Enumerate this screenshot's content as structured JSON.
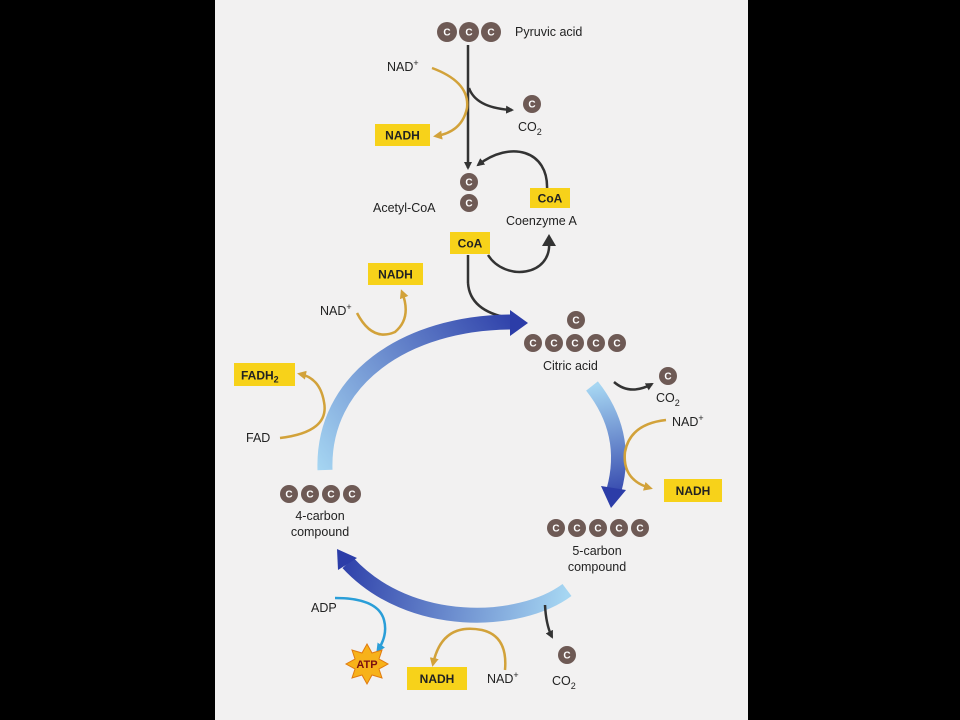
{
  "colors": {
    "background": "#000000",
    "panel": "#f2f1f1",
    "carbon": "#6e5a55",
    "box": "#f7d21a",
    "gold_arrow": "#d2a23a",
    "dark_arrow": "#333333",
    "cycle_light": "#a6d6f2",
    "cycle_dark": "#2c3da8",
    "atp_star": "#f7b21a",
    "adp_arrow": "#2a9ed8"
  },
  "carbon_symbol": "C",
  "labels": {
    "pyruvic_acid": "Pyruvic acid",
    "nad_top": "NAD",
    "nadh_top": "NADH",
    "co2_top": "CO",
    "acetyl_coa": "Acetyl-CoA",
    "coa_right": "CoA",
    "coenzyme_a": "Coenzyme A",
    "coa_bottom": "CoA",
    "citric_acid": "Citric acid",
    "co2_right": "CO",
    "nad_right": "NAD",
    "nadh_right": "NADH",
    "five_carbon_line1": "5-carbon",
    "five_carbon_line2": "compound",
    "co2_bottom": "CO",
    "nad_bottom": "NAD",
    "nadh_bottom": "NADH",
    "adp": "ADP",
    "atp": "ATP",
    "four_carbon_line1": "4-carbon",
    "four_carbon_line2": "compound",
    "fad": "FAD",
    "fadh2": "FADH",
    "nad_left": "NAD",
    "nadh_left": "NADH",
    "plus_sign": "+",
    "subscript_two": "2"
  }
}
